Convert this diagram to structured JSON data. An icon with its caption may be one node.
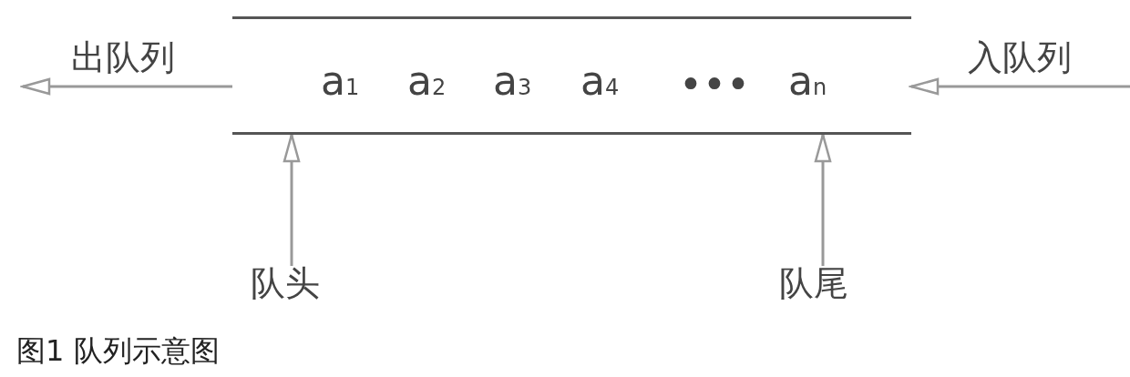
{
  "diagram": {
    "caption": "图1 队列示意图",
    "nodes": [
      {
        "text": [],
        "shape": "band"
      },
      {
        "text": [
          "a$_{1}$"
        ],
        "in": 0
      },
      {
        "text": [
          "a$_{2}$"
        ],
        "in": 0
      },
      {
        "text": [
          "a$_{3}$"
        ],
        "in": 0
      },
      {
        "text": [
          "a$_{4}$"
        ],
        "in": 0
      },
      {
        "text": [
          "•••"
        ],
        "in": 0
      },
      {
        "text": [
          "a$_{n}$"
        ],
        "in": 0
      },
      {
        "text": [
          "队头"
        ]
      },
      {
        "text": [
          "队尾"
        ]
      }
    ],
    "edges": [
      {
        "from": 0,
        "to": null,
        "arrow": "to",
        "label": "出队列"
      },
      {
        "from": null,
        "to": 0,
        "arrow": "to",
        "label": "入队列"
      },
      {
        "from": 7,
        "to": 0,
        "arrow": "to"
      },
      {
        "from": 8,
        "to": 0,
        "arrow": "to"
      }
    ]
  }
}
